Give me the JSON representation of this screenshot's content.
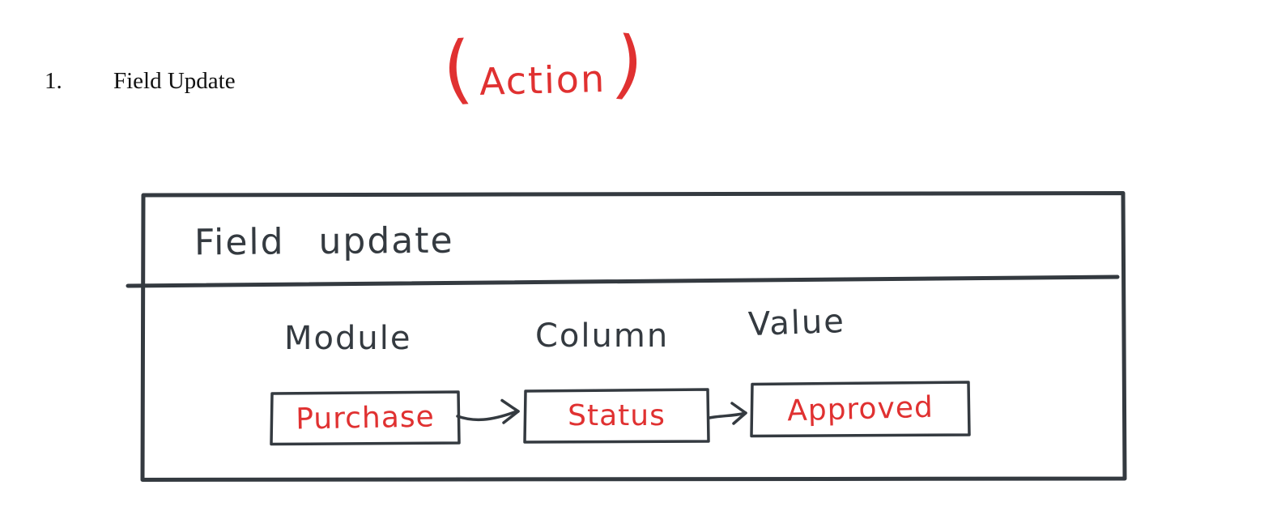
{
  "colors": {
    "ink": "#343a40",
    "red": "#e03131",
    "background": "#ffffff"
  },
  "list_item": {
    "number": "1.",
    "label": "Field Update"
  },
  "action_note": {
    "open_paren": "(",
    "word": "Action",
    "close_paren": ")"
  },
  "panel": {
    "title": "Field update",
    "column_headers": [
      {
        "label": "Module"
      },
      {
        "label": "Column"
      },
      {
        "label": "Value"
      }
    ],
    "flow_nodes": [
      {
        "label": "Purchase"
      },
      {
        "label": "Status"
      },
      {
        "label": "Approved"
      }
    ]
  }
}
